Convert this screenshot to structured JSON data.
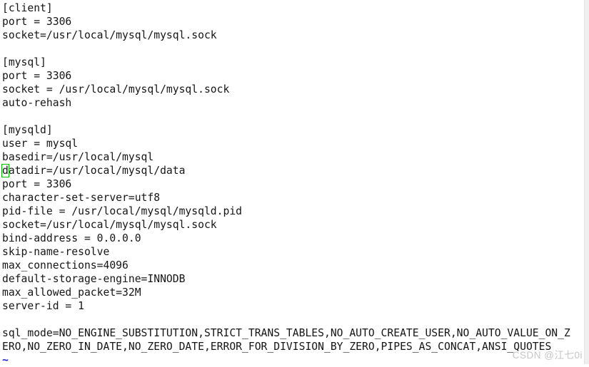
{
  "app": {
    "kind": "vim-editor-viewport",
    "background": "#ffffff"
  },
  "editor": {
    "colors": {
      "text": "#161616",
      "cursor_outline": "#00bb00",
      "nontext_tilde": "#2222cc",
      "background": "#ffffff"
    },
    "cursor": {
      "line_index": 12,
      "column": 0,
      "style": "hollow-block"
    },
    "lines": [
      {
        "text": "[client]"
      },
      {
        "text": "port = 3306"
      },
      {
        "text": "socket=/usr/local/mysql/mysql.sock"
      },
      {
        "text": ""
      },
      {
        "text": "[mysql]"
      },
      {
        "text": "port = 3306"
      },
      {
        "text": "socket = /usr/local/mysql/mysql.sock"
      },
      {
        "text": "auto-rehash"
      },
      {
        "text": ""
      },
      {
        "text": "[mysqld]"
      },
      {
        "text": "user = mysql"
      },
      {
        "text": "basedir=/usr/local/mysql"
      },
      {
        "cursor_char": "d",
        "text": "atadir=/usr/local/mysql/data"
      },
      {
        "text": "port = 3306"
      },
      {
        "text": "character-set-server=utf8"
      },
      {
        "text": "pid-file = /usr/local/mysql/mysqld.pid"
      },
      {
        "text": "socket=/usr/local/mysql/mysql.sock"
      },
      {
        "text": "bind-address = 0.0.0.0"
      },
      {
        "text": "skip-name-resolve"
      },
      {
        "text": "max_connections=4096"
      },
      {
        "text": "default-storage-engine=INNODB"
      },
      {
        "text": "max_allowed_packet=32M"
      },
      {
        "text": "server-id = 1"
      },
      {
        "text": ""
      },
      {
        "text": "sql_mode=NO_ENGINE_SUBSTITUTION,STRICT_TRANS_TABLES,NO_AUTO_CREATE_USER,NO_AUTO_VALUE_ON_Z"
      },
      {
        "text": "ERO,NO_ZERO_IN_DATE,NO_ZERO_DATE,ERROR_FOR_DIVISION_BY_ZERO,PIPES_AS_CONCAT,ANSI_QUOTES"
      },
      {
        "text": "~",
        "nontext": true
      }
    ]
  },
  "scrollbar": {
    "track_color": "#efefef"
  },
  "watermark": {
    "text": "CSDN @江七0i",
    "color": "#c6c6c6"
  }
}
